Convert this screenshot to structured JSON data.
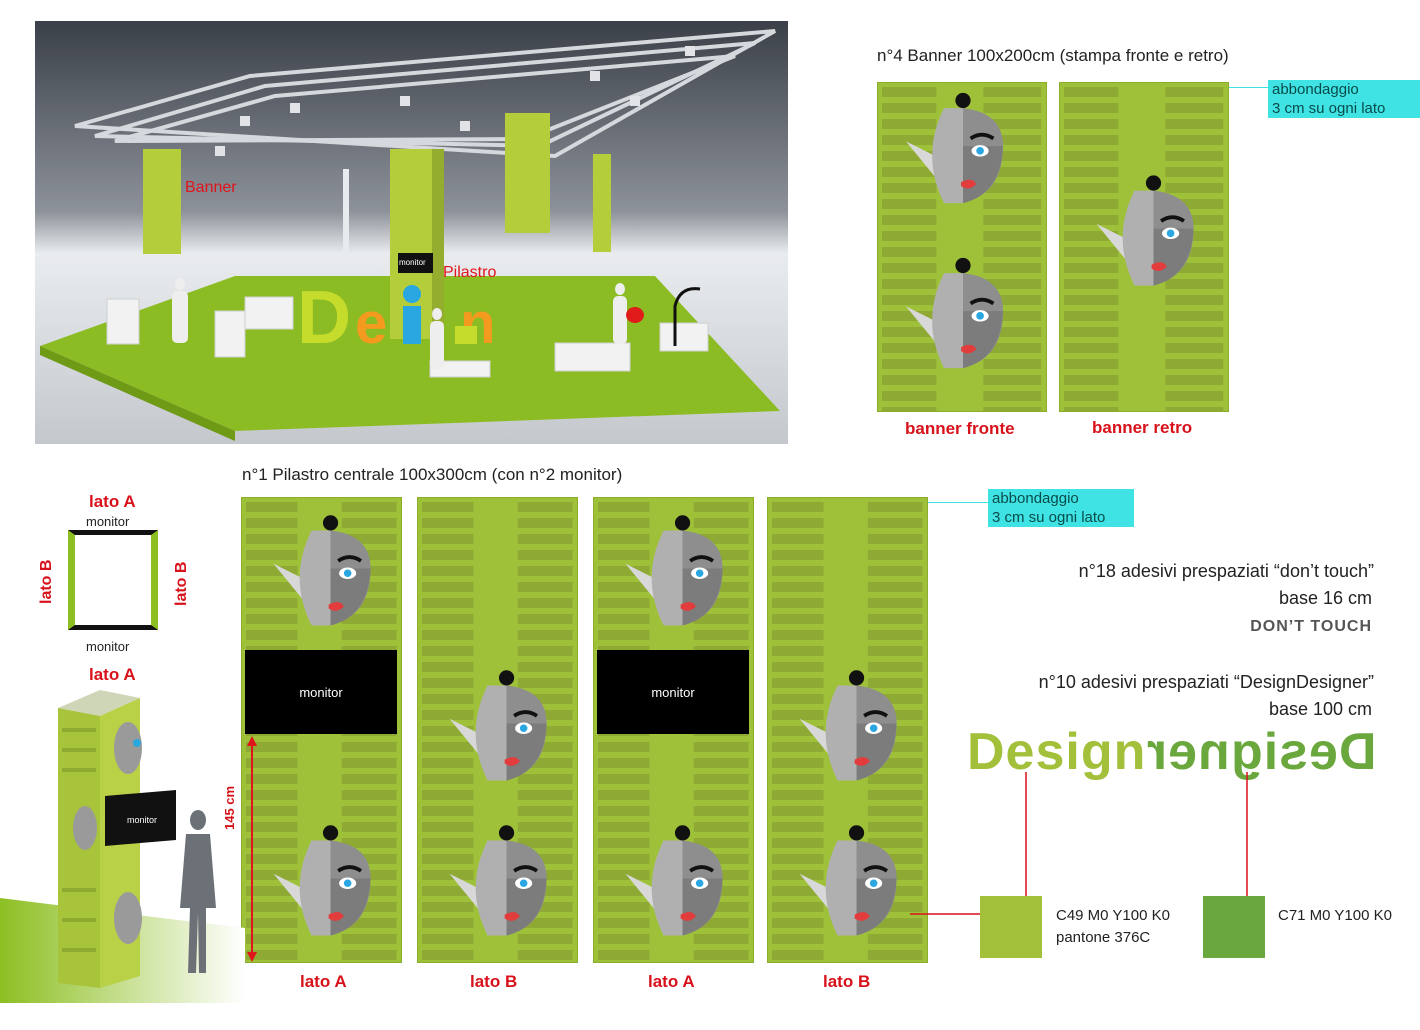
{
  "scene": {
    "label_banner": "Banner",
    "label_pillar": "Pilastro",
    "label_monitor": "monitor",
    "letters": [
      "D",
      "e",
      "i",
      "n"
    ]
  },
  "banner_section": {
    "title": "n°4  Banner 100x200cm (stampa fronte e retro)",
    "bleed_line1": "abbondaggio",
    "bleed_line2": "3 cm su ogni lato",
    "label_front": "banner fronte",
    "label_back": "banner retro"
  },
  "pillar_section": {
    "title": "n°1  Pilastro centrale 100x300cm (con n°2 monitor)",
    "bleed_line1": "abbondaggio",
    "bleed_line2": "3 cm su ogni lato",
    "monitor_label": "monitor",
    "dimension_label": "145 cm",
    "side_labels": [
      "lato A",
      "lato B",
      "lato A",
      "lato B"
    ]
  },
  "plan": {
    "top_label": "lato A",
    "bottom_label": "lato A",
    "left_label": "lato B",
    "right_label": "lato B",
    "monitor_top": "monitor",
    "monitor_bottom": "monitor",
    "column_monitor": "monitor"
  },
  "stickers": {
    "dont_touch_title": "n°18  adesivi prespaziati “don’t touch”",
    "dont_touch_base": "base 16 cm",
    "dont_touch_text": "DON’T TOUCH",
    "design_title": "n°10  adesivi prespaziati “DesignDesigner”",
    "design_base": "base 100 cm",
    "logo_left": "Design",
    "logo_right": "Designer"
  },
  "colors": {
    "swatch1_color": "#a3c03a",
    "swatch1_line1": "C49 M0 Y100 K0",
    "swatch1_line2": "pantone 376C",
    "swatch2_color": "#6aa83e",
    "swatch2_line1": "C71 M0 Y100 K0"
  }
}
